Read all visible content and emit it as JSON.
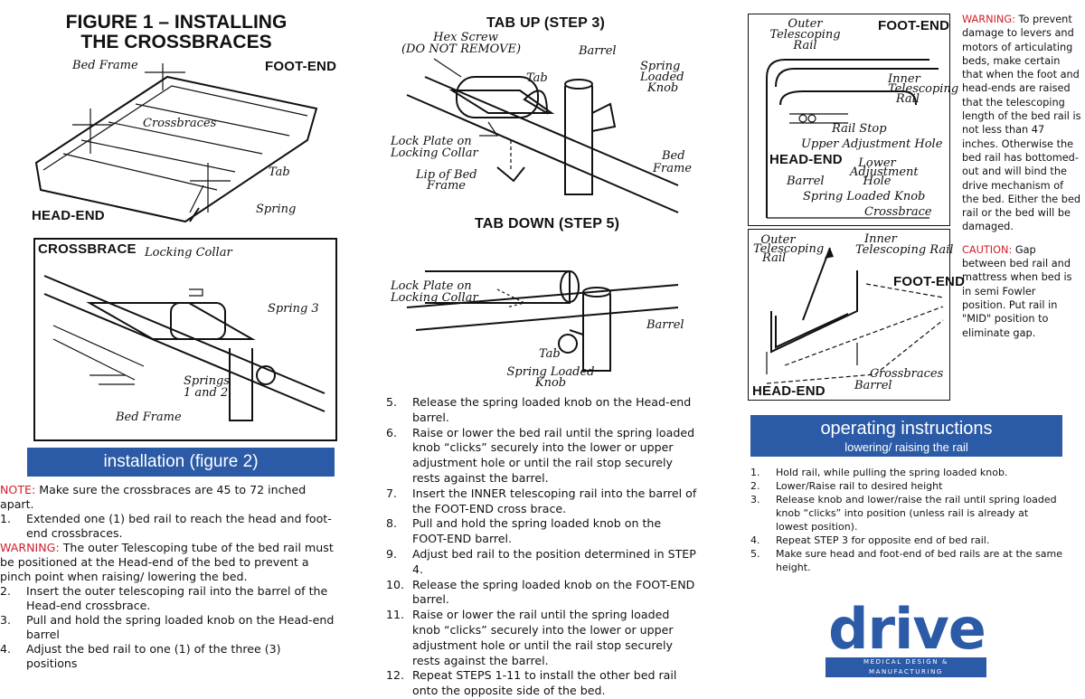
{
  "figure1": {
    "title_line1": "FIGURE 1 – INSTALLING",
    "title_line2": "THE CROSSBRACES",
    "bed_frame": "Bed Frame",
    "foot_end": "FOOT-END",
    "crossbraces": "Crossbraces",
    "tab": "Tab",
    "spring": "Spring",
    "head_end": "HEAD-END",
    "crossbrace": "CROSSBRACE",
    "locking_collar": "Locking Collar",
    "spring3": "Spring 3",
    "springs12_line1": "Springs",
    "springs12_line2": "1 and 2",
    "bed_frame2": "Bed Frame"
  },
  "tab_up": {
    "title": "TAB UP (STEP 3)",
    "hex_screw_line1": "Hex Screw",
    "hex_screw_line2": "(DO NOT REMOVE)",
    "barrel": "Barrel",
    "tab": "Tab",
    "spring_knob_line1": "Spring",
    "spring_knob_line2": "Loaded",
    "spring_knob_line3": "Knob",
    "lock_plate_line1": "Lock Plate on",
    "lock_plate_line2": "Locking Collar",
    "bed_frame_line1": "Bed",
    "bed_frame_line2": "Frame",
    "lip_line1": "Lip of Bed",
    "lip_line2": "Frame"
  },
  "tab_down": {
    "title": "TAB DOWN (STEP 5)",
    "lock_plate_line1": "Lock Plate on",
    "lock_plate_line2": "Locking Collar",
    "barrel": "Barrel",
    "tab": "Tab",
    "knob_line1": "Spring Loaded",
    "knob_line2": "Knob"
  },
  "figure2": {
    "outer_line1": "Outer",
    "outer_line2": "Telescoping Rail",
    "foot_end": "FOOT-END",
    "inner_line1": "Inner",
    "inner_line2": "Telescoping",
    "inner_line3": "Rail",
    "rail_stop": "Rail Stop",
    "upper_hole": "Upper Adjustment Hole",
    "head_end": "HEAD-END",
    "lower_line1": "Lower",
    "lower_line2": "Adjustment",
    "lower_line3": "Hole",
    "barrel": "Barrel",
    "knob": "Spring Loaded Knob",
    "crossbrace": "Crossbrace",
    "outer2_line1": "Outer",
    "outer2_line2": "Telescoping",
    "outer2_line3": "Rail",
    "inner2_line1": "Inner",
    "inner2_line2": "Telescoping Rail",
    "foot_end2": "FOOT-END",
    "crossbraces2": "Crossbraces",
    "barrel2": "Barrel",
    "head_end2": "HEAD-END"
  },
  "warning_box": {
    "warning_label": "WARNING:",
    "warning_text": "To prevent damage to levers and motors of articulating beds, make certain that when the foot and head-ends are raised that the telescoping length of the bed rail is not less than 47 inches.  Otherwise the bed rail has bottomed-out and will bind the drive mechanism of the bed.  Either the bed rail or the bed will be damaged.",
    "caution_label": "CAUTION:",
    "caution_text": "Gap between bed rail and mattress when bed is in semi Fowler position. Put rail in \"MID\" position to eliminate gap."
  },
  "installation": {
    "banner": "installation (figure 2)",
    "note_label": "NOTE:",
    "note_text": "Make sure the crossbraces are 45 to 72 inched apart.",
    "step1_num": "1.",
    "step1": "Extended one (1) bed rail to reach the head and foot-end crossbraces.",
    "warning_label": "WARNING:",
    "warning_text": "The outer Telescoping tube of the bed rail must be positioned at the Head-end of the bed to prevent a pinch point when raising/ lowering the bed.",
    "step2_num": "2.",
    "step2": "Insert the outer telescoping rail into the barrel of the Head-end crossbrace.",
    "step3_num": "3.",
    "step3": "Pull and hold the spring loaded knob on the Head-end barrel",
    "step4_num": "4.",
    "step4": "Adjust the bed rail to one (1) of the three (3) positions"
  },
  "middle_steps": [
    {
      "num": "5.",
      "text": "Release the spring loaded knob on the Head-end barrel."
    },
    {
      "num": "6.",
      "text": "Raise or lower the bed rail until the spring loaded knob “clicks” securely into the lower or upper adjustment hole or until the rail stop securely rests against the barrel."
    },
    {
      "num": "7.",
      "text": "Insert the INNER telescoping rail into the barrel of the FOOT-END cross brace."
    },
    {
      "num": "8.",
      "text": "Pull and hold the spring loaded knob on the FOOT-END barrel."
    },
    {
      "num": "9.",
      "text": "Adjust bed rail to the position determined in STEP 4."
    },
    {
      "num": "10.",
      "text": "Release the spring loaded knob on the FOOT-END barrel."
    },
    {
      "num": "11.",
      "text": "Raise or lower the rail until the spring loaded knob “clicks” securely into the lower or upper adjustment hole or until the rail stop securely rests against the barrel."
    },
    {
      "num": "12.",
      "text": "Repeat STEPS 1-11 to install the other bed rail onto the opposite side of the bed."
    }
  ],
  "operating": {
    "title": "operating instructions",
    "subtitle": "lowering/ raising the rail",
    "steps": [
      {
        "num": "1.",
        "text": "Hold rail, while pulling  the spring loaded knob."
      },
      {
        "num": "2.",
        "text": "Lower/Raise rail to desired height"
      },
      {
        "num": "3.",
        "text": "Release knob and lower/raise the rail until spring loaded knob “clicks” into position (unless rail is already at lowest position)."
      },
      {
        "num": "4.",
        "text": "Repeat STEP 3 for opposite end of bed rail."
      },
      {
        "num": "5.",
        "text": "Make sure head and foot-end of bed rails are at the same height."
      }
    ]
  },
  "brand": {
    "logo": "drive",
    "tagline": "MEDICAL DESIGN & MANUFACTURING"
  },
  "colors": {
    "accent_blue": "#2b5aa7",
    "warning_red": "#d01f2a"
  }
}
